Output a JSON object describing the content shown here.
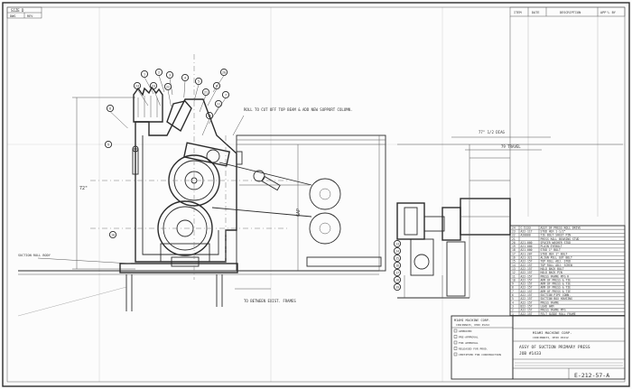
{
  "sheet": {
    "corner_label": "SIZE D",
    "corner_sub": [
      "DWG",
      "REV"
    ],
    "title_top": [
      "ITEM",
      "DATE",
      "DESCRIPTION",
      "APP'L BY"
    ]
  },
  "notes": {
    "roll_note": "ROLL TO CUT OFF TOP BEAM & ADD NEW SUPPORT COLUMN.",
    "dim_left": "72\"",
    "dim_center": "GAP",
    "dim_top_right": "77\" 1/2 DIAG",
    "dim_mid_right": "79 TRAVEL",
    "floor_note": "TO BETWEEN EXIST. FRAMES",
    "side_note": "SUCTION ROLL BODY"
  },
  "balloons": [
    "1",
    "2",
    "3",
    "4",
    "5",
    "6",
    "7",
    "8",
    "9",
    "10",
    "11",
    "12",
    "13",
    "14",
    "15",
    "16",
    "17",
    "18",
    "19",
    "20",
    "21",
    "22",
    "23",
    "24"
  ],
  "parts_list": [
    [
      "24",
      "C-5133",
      "ASSY OF PRESS ROLL DRIVE"
    ],
    [
      "23",
      "A22-117",
      "STUD HEX 1-1/2\""
    ],
    [
      "22",
      "A20000",
      "TIE BOLT SHEET PIN"
    ],
    [
      "21",
      "",
      "PRESS ROLL BEARING STUD"
    ],
    [
      "20",
      "A21-000",
      "SPACER WASHER STUD"
    ],
    [
      "19",
      "A21-000",
      "PLAIN EYEBOLT"
    ],
    [
      "18",
      "A21-000",
      "STUD 1\" BOLT"
    ],
    [
      "17",
      "A21-207",
      "STUD HEX 1\" BOLT"
    ],
    [
      "16",
      "A21-321",
      "ALIGN PULL OUT BOLT"
    ],
    [
      "15",
      "A22-157",
      "TOP ROLL ADJ. STUD"
    ],
    [
      "14",
      "A22-157",
      "TOP ROLL ADJ. SCREW"
    ],
    [
      "13",
      "A22-157",
      "HOLD BACK BOLT"
    ],
    [
      "12",
      "A22-157",
      "HOLD BACK PIN"
    ],
    [
      "11",
      "A22-157",
      "PRESS FRAME MTG R"
    ],
    [
      "10",
      "A22-157",
      "ARM OF PRESS & TIE"
    ],
    [
      "9",
      "A22-157",
      "ARM OF PRESS & TIE"
    ],
    [
      "8",
      "A22-157",
      "ARM OF PRESS & TIE"
    ],
    [
      "7",
      "A22-157",
      "ARM OF PRESS & TIE"
    ],
    [
      "6",
      "A22-157",
      "SUCTION PIPE CONN."
    ],
    [
      "5",
      "A22-157",
      "SUCTION BOX HOUSING"
    ],
    [
      "4",
      "A22-157",
      "PRESS FRAME"
    ],
    [
      "3",
      "B22-157",
      "LOAD ARM"
    ],
    [
      "2",
      "A22-157",
      "PRESS FRAME MTG"
    ],
    [
      "1",
      "A22-157",
      "FELT GUIDE ROLL FRAME"
    ]
  ],
  "title_block": {
    "company": "MIAMI MACHINE CORP.",
    "city": "CINCINNATI, OHIO 45212",
    "rows": [
      "APPROVED",
      "PRE-APPROVAL",
      "FOR APPROVAL",
      "RELEASED FOR PROD.",
      "CERTIFIED FOR CONSTRUCTION"
    ],
    "company2": "MIAMI MACHINE CORP.",
    "city2": "CINCINNATI, OHIO 45212",
    "drawing_title": "ASSY OF SUCTION PRIMARY PRESS",
    "job": "JOB #1433",
    "dwg_no": "E-212-57-A"
  }
}
